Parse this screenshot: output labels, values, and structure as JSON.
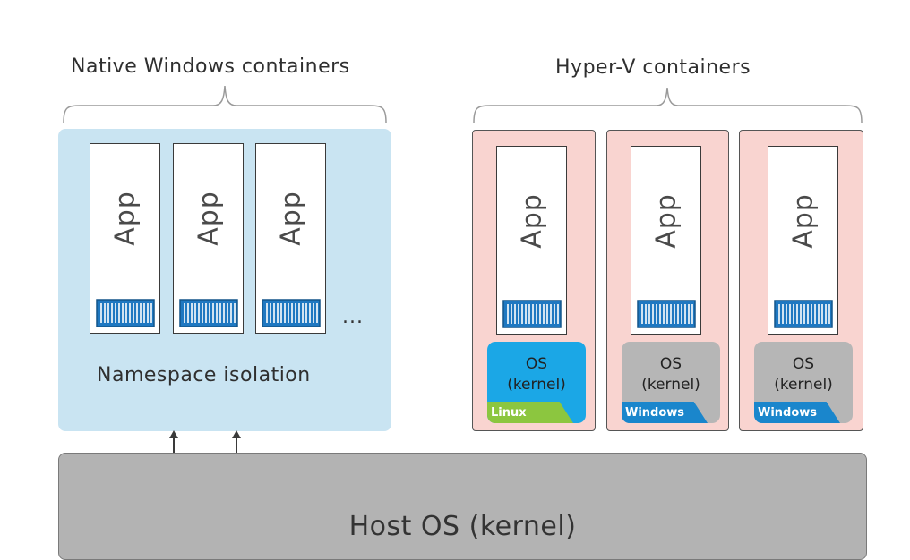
{
  "native": {
    "title": "Native Windows containers",
    "apps": [
      "App",
      "App",
      "App"
    ],
    "ellipsis": "...",
    "isolation_label": "Namespace isolation"
  },
  "hyperv": {
    "title": "Hyper-V containers",
    "containers": [
      {
        "app": "App",
        "os_label": "OS\n(kernel)",
        "badge": "Linux",
        "os_color": "#1ba7e6",
        "badge_color": "#8cc63f"
      },
      {
        "app": "App",
        "os_label": "OS\n(kernel)",
        "badge": "Windows",
        "os_color": "#b6b6b6",
        "badge_color": "#1a86cc"
      },
      {
        "app": "App",
        "os_label": "OS\n(kernel)",
        "badge": "Windows",
        "os_color": "#b6b6b6",
        "badge_color": "#1a86cc"
      }
    ]
  },
  "host": {
    "label": "Host OS (kernel)"
  },
  "colors": {
    "native_bg": "#c9e4f2",
    "hyperv_bg": "#f9d4d0",
    "host_bg": "#b3b3b3",
    "container_icon": "#1f78c1"
  }
}
